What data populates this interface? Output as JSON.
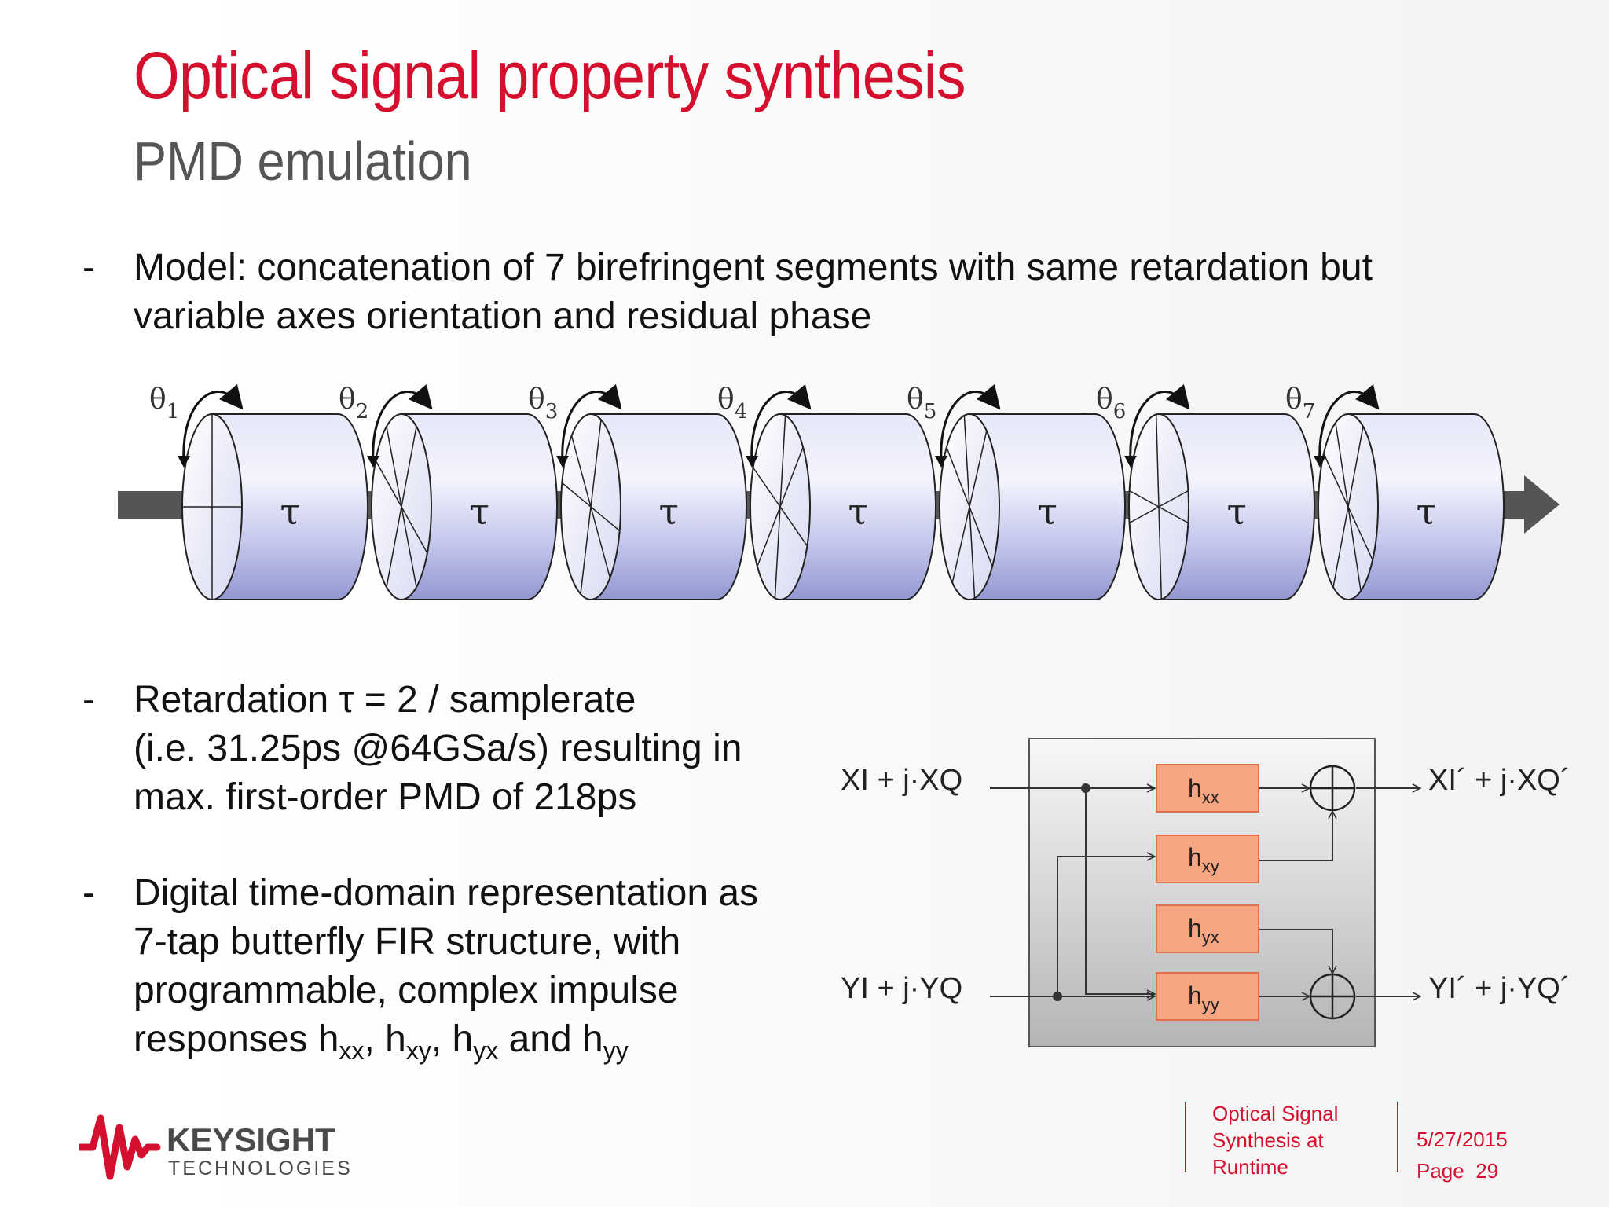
{
  "slide": {
    "title": "Optical signal property synthesis",
    "subtitle": "PMD emulation"
  },
  "bullets": [
    {
      "marker": "-",
      "lines": [
        "Model: concatenation of 7 birefringent segments with same retardation but",
        "variable axes orientation and residual phase"
      ]
    },
    {
      "marker": "-",
      "lines": [
        "Retardation τ = 2 / samplerate",
        "(i.e. 31.25ps @64GSa/s) resulting in",
        "max. first-order PMD of 218ps"
      ]
    },
    {
      "marker": "-",
      "lines": [
        "Digital time-domain representation as",
        "7-tap butterfly FIR structure, with",
        "programmable, complex impulse"
      ],
      "last_line": {
        "prefix": "responses h",
        "sub1": "xx",
        "sep1": ", h",
        "sub2": "xy",
        "sep2": ", h",
        "sub3": "yx",
        "sep3": " and h",
        "sub4": "yy"
      }
    }
  ],
  "segments": {
    "theta_symbol": "θ",
    "tau_symbol": "τ",
    "angles": [
      "1",
      "2",
      "3",
      "4",
      "5",
      "6",
      "7"
    ],
    "colors": {
      "cylinder_light": "#f2f2fb",
      "cylinder_mid": "#c9cbee",
      "cylinder_dark": "#9ea2d6",
      "arrow": "#555555"
    }
  },
  "fir": {
    "inputs": [
      "XI + j·XQ",
      "YI + j·YQ"
    ],
    "outputs": [
      "XI´ + j·XQ´",
      "YI´ + j·YQ´"
    ],
    "filters": [
      {
        "base": "h",
        "sub": "xx"
      },
      {
        "base": "h",
        "sub": "xy"
      },
      {
        "base": "h",
        "sub": "yx"
      },
      {
        "base": "h",
        "sub": "yy"
      }
    ],
    "colors": {
      "box_fill": "#f6a583",
      "box_stroke": "#e0704a",
      "panel_light": "#f7f7f7",
      "panel_dark": "#b8b8b8"
    }
  },
  "logo": {
    "brand": "KEYSIGHT",
    "tagline": "TECHNOLOGIES",
    "color": "#d4102e"
  },
  "footer": {
    "title_lines": [
      "Optical Signal",
      "Synthesis at",
      "Runtime"
    ],
    "date": "5/27/2015",
    "page_label": "Page",
    "page_number": "29"
  }
}
